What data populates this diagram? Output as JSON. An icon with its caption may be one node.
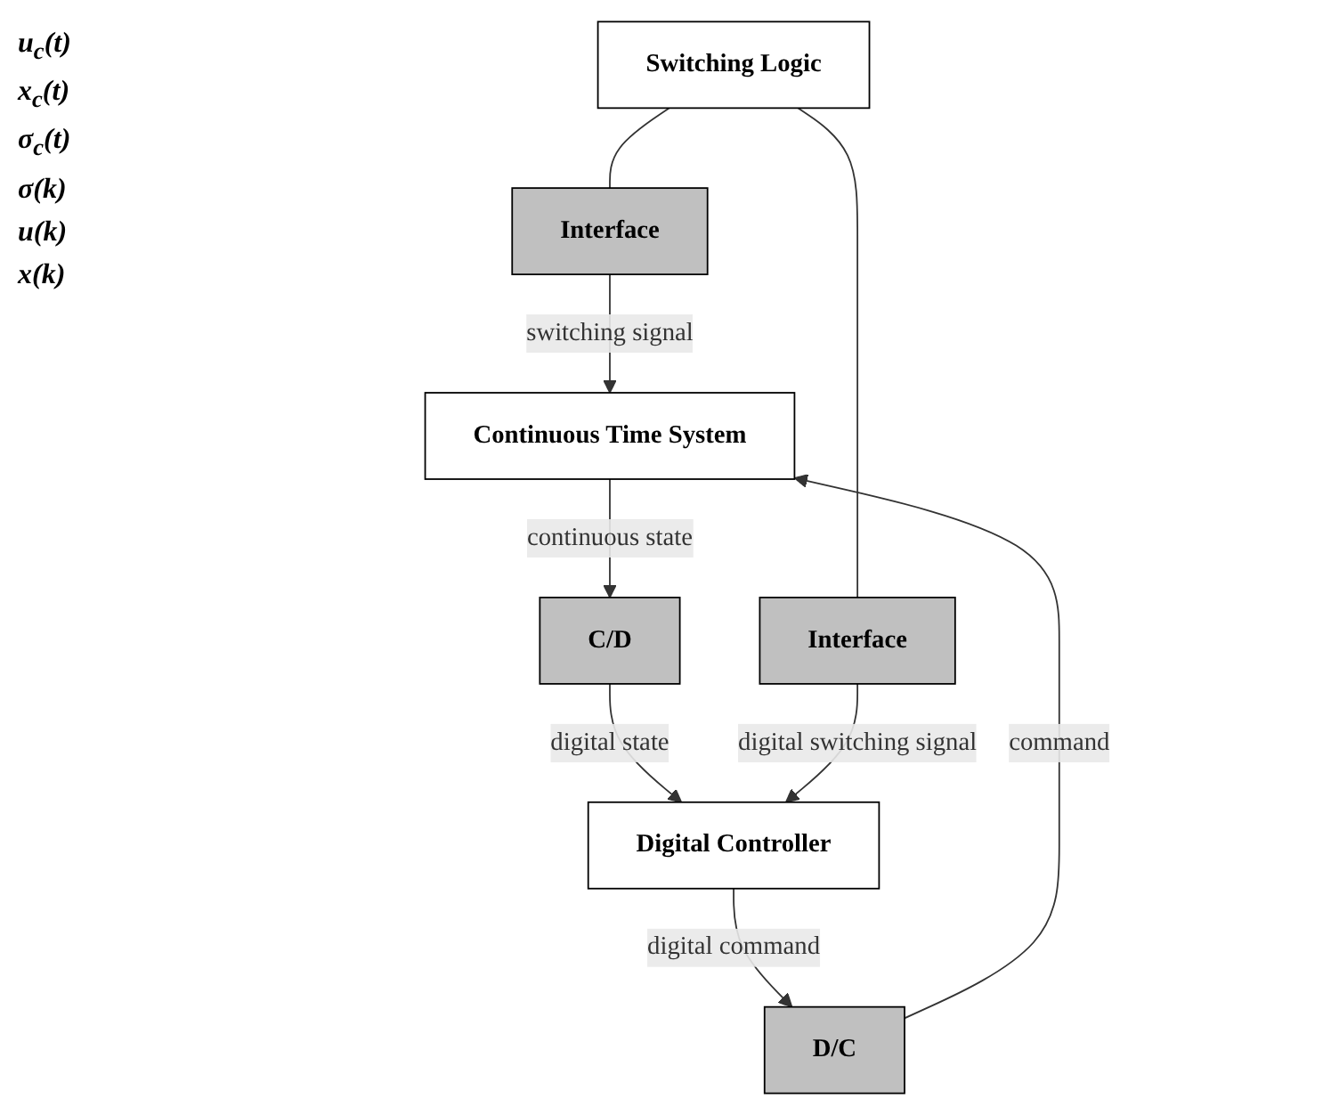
{
  "diagram": {
    "nodes": [
      {
        "text": [
          "Continuous Time System"
        ]
      },
      {
        "text": [
          "Interface"
        ]
      },
      {
        "text": [
          "Switching Logic"
        ]
      },
      {
        "text": [
          "Interface"
        ]
      },
      {
        "text": [
          "Digital Controller"
        ]
      },
      {
        "text": [
          "D/C"
        ]
      },
      {
        "text": [
          "C/D"
        ]
      }
    ],
    "edges": [
      {
        "from": 0,
        "to": 6,
        "arrow": "to",
        "label": "continuous state"
      },
      {
        "from": 6,
        "to": 4,
        "arrow": "to",
        "label": "digital state"
      },
      {
        "from": 4,
        "to": 5,
        "arrow": "to",
        "label": "digital command"
      },
      {
        "from": 5,
        "to": 0,
        "arrow": "to",
        "label": "command"
      },
      {
        "from": 1,
        "to": 0,
        "arrow": "to",
        "label": "switching signal"
      },
      {
        "from": 2,
        "to": 1,
        "arrow": "none"
      },
      {
        "from": 2,
        "to": 3,
        "arrow": "none"
      },
      {
        "from": 3,
        "to": 4,
        "arrow": "to",
        "label": "digital switching signal"
      }
    ],
    "labels": [
      "u$_{c}$(t)",
      "x$_{c}$(t)",
      "σ$_{c}$(t)",
      "σ(k)",
      "u(k)",
      "x(k)"
    ]
  }
}
